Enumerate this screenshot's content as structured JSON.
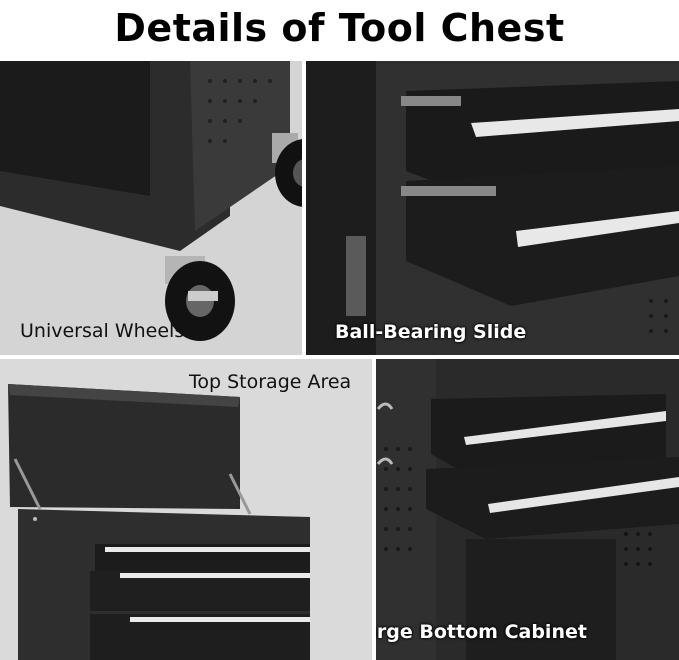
{
  "title": "Details of Tool Chest",
  "panels": [
    {
      "caption": "Universal Wheels"
    },
    {
      "caption": "Ball-Bearing Slide"
    },
    {
      "caption": "Top Storage Area"
    },
    {
      "caption": "Large Bottom Cabinet"
    }
  ]
}
